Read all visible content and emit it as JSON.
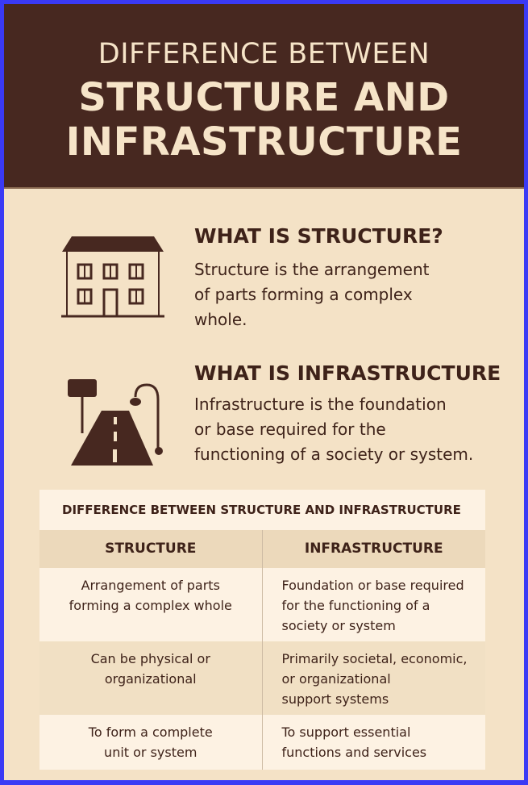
{
  "header": {
    "line1": "DIFFERENCE BETWEEN",
    "line2": "STRUCTURE AND",
    "line3": "INFRASTRUCTURE"
  },
  "sections": [
    {
      "icon": "house-icon",
      "title": "WHAT IS STRUCTURE?",
      "body_lines": [
        "Structure is the arrangement",
        "of parts forming a complex",
        "whole."
      ]
    },
    {
      "icon": "road-icon",
      "title": "WHAT IS INFRASTRUCTURE",
      "body_lines": [
        "Infrastructure is the foundation",
        "or base required for the",
        "functioning of a society or system."
      ]
    }
  ],
  "table": {
    "title": "DIFFERENCE BETWEEN STRUCTURE AND INFRASTRUCTURE",
    "headers": [
      "STRUCTURE",
      "INFRASTRUCTURE"
    ],
    "rows": [
      {
        "structure": [
          "Arrangement of parts",
          "forming a complex whole"
        ],
        "infrastructure": [
          "Foundation or base required",
          "for the functioning of a",
          "society or system"
        ]
      },
      {
        "structure": [
          "Can be physical or",
          "organizational"
        ],
        "infrastructure": [
          "Primarily societal, economic,",
          "or organizational",
          "support systems"
        ]
      },
      {
        "structure": [
          "To form a complete",
          "unit or system"
        ],
        "infrastructure": [
          "To support essential",
          "functions and services"
        ]
      }
    ]
  },
  "colors": {
    "border": "#3a3af5",
    "header_bg": "#472820",
    "header_text": "#f6e4c8",
    "page_bg": "#f4e2c6",
    "text_dark": "#3e2219",
    "table_light": "#fdf2e3",
    "table_header": "#ecd9bb",
    "table_dark": "#f1e0c4"
  }
}
